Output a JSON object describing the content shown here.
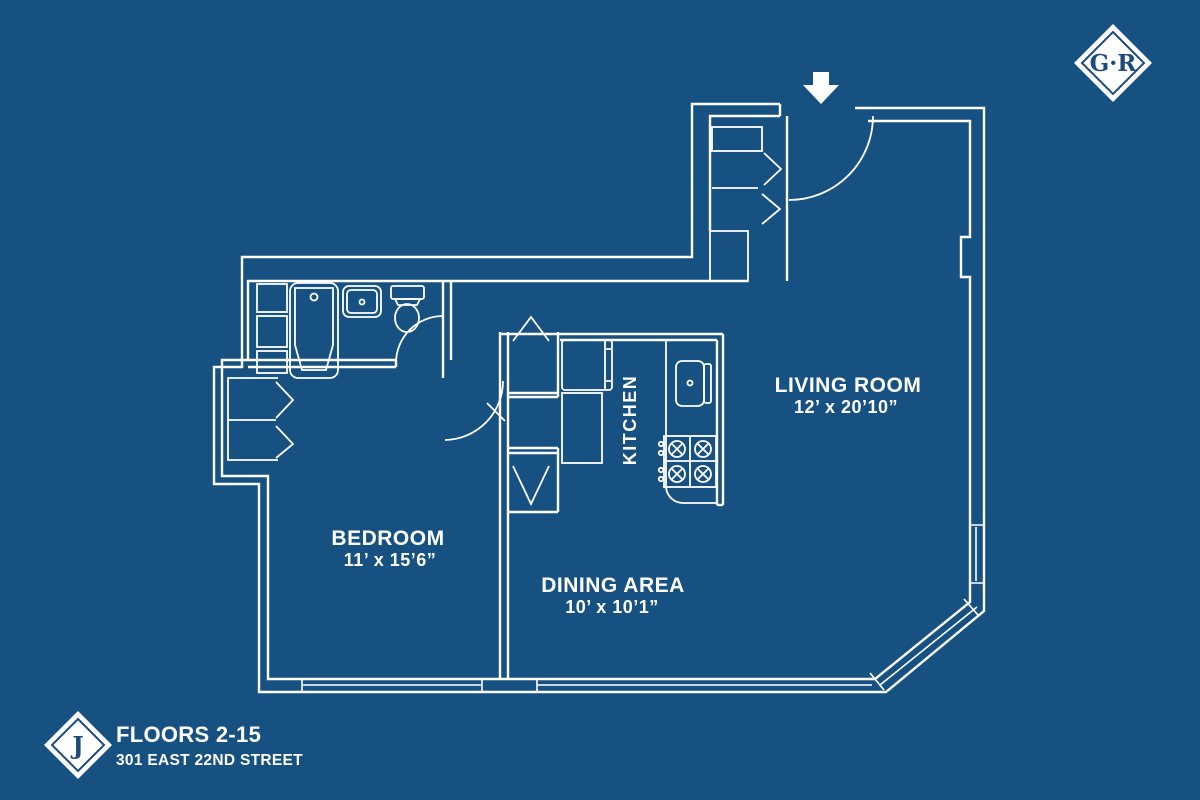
{
  "colors": {
    "background": "#175182",
    "line": "#ffffff",
    "logo_navy": "#1d4b7c"
  },
  "branding": {
    "logo_text": "G·R"
  },
  "unit": {
    "badge_letter": "J",
    "floors": "FLOORS 2-15",
    "address": "301 EAST 22ND STREET"
  },
  "rooms": {
    "living_room": {
      "name": "LIVING ROOM",
      "dimensions": "12’ x 20’10”"
    },
    "bedroom": {
      "name": "BEDROOM",
      "dimensions": "11’ x 15’6”"
    },
    "dining_area": {
      "name": "DINING AREA",
      "dimensions": "10’ x 10’1”"
    },
    "kitchen": {
      "name": "KITCHEN"
    }
  }
}
